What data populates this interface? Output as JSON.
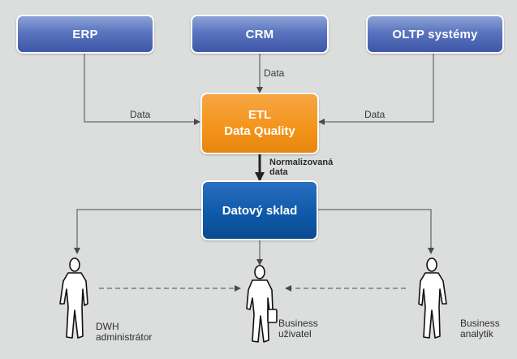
{
  "sources": [
    {
      "label": "ERP"
    },
    {
      "label": "CRM"
    },
    {
      "label": "OLTP systémy"
    }
  ],
  "etl": {
    "line1": "ETL",
    "line2": "Data Quality"
  },
  "warehouse": {
    "label": "Datový sklad"
  },
  "edge_labels": {
    "erp_to_etl": "Data",
    "crm_to_etl": "Data",
    "oltp_to_etl": "Data",
    "etl_to_dwh_line1": "Normalizovaná",
    "etl_to_dwh_line2": "data"
  },
  "users": [
    {
      "line1": "DWH",
      "line2": "administrátor"
    },
    {
      "line1": "Business",
      "line2": "uživatel"
    },
    {
      "line1": "Business",
      "line2": "analytik"
    }
  ],
  "colors": {
    "background": "#dcdddd",
    "source_box": "#4d66b4",
    "etl_box": "#f39419",
    "warehouse_box": "#0f5aa9",
    "line": "#4a4a4a"
  }
}
